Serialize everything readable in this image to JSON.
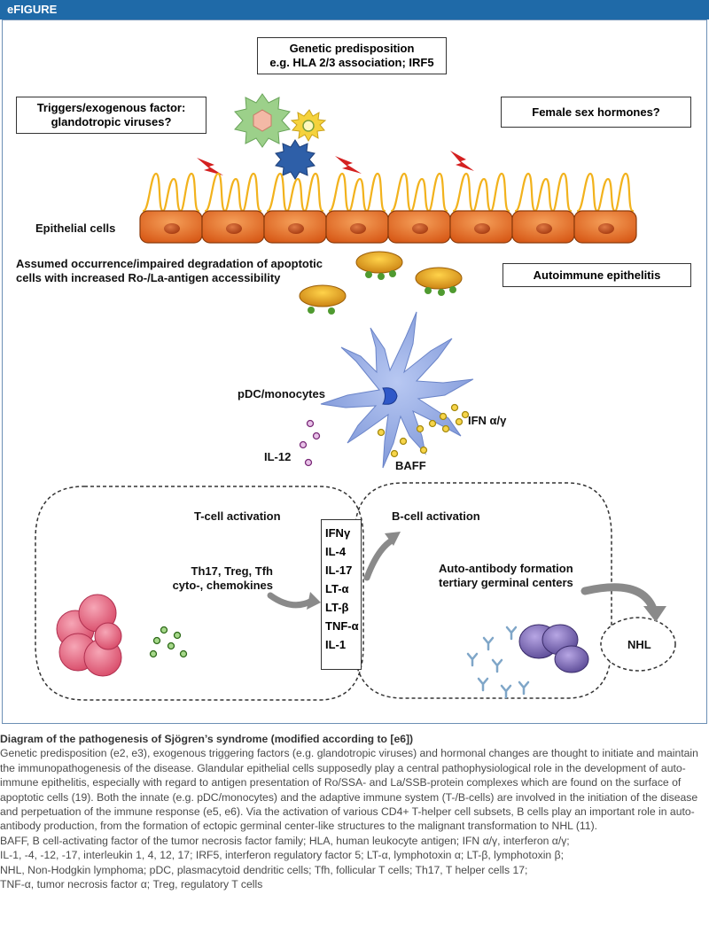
{
  "header": {
    "label": "eFIGURE"
  },
  "boxes": {
    "genetic_line1": "Genetic predisposition",
    "genetic_line2": "e.g. HLA 2/3 association; IRF5",
    "triggers_line1": "Triggers/exogenous factor:",
    "triggers_line2": "glandotropic viruses?",
    "hormones": "Female sex hormones?",
    "epithelitis": "Autoimmune epithelitis"
  },
  "labels": {
    "epithelial": "Epithelial cells",
    "apoptotic_line1": "Assumed occurrence/impaired degradation of apoptotic",
    "apoptotic_line2": "cells with increased Ro-/La-antigen accessibility",
    "pdc": "pDC/monocytes",
    "ifn": "IFN α/γ",
    "il12": "IL-12",
    "baff": "BAFF",
    "tcell": "T-cell activation",
    "bcell": "B-cell activation",
    "th_line1": "Th17, Treg, Tfh",
    "th_line2": "cyto-, chemokines",
    "auto_line1": "Auto-antibody formation",
    "auto_line2": "tertiary germinal centers",
    "nhl": "NHL"
  },
  "cytokines": [
    "IFNγ",
    "IL-4",
    "IL-17",
    "LT-α",
    "LT-β",
    "TNF-α",
    "IL-1"
  ],
  "caption": {
    "title": "Diagram of the pathogenesis of Sjögren’s syndrome (modified according to [e6])",
    "body": "Genetic predisposition (e2, e3), exogenous triggering factors (e.g. glandotropic viruses) and hormonal changes are thought to initiate and maintain the immunopathogenesis of the disease. Glandular epithelial cells supposedly play a central pathophysiological role in the development of auto-immune epithelitis, especially with regard to antigen presentation of Ro/SSA- and La/SSB-protein complexes which are found on the surface of apoptotic cells (19). Both the innate (e.g. pDC/monocytes) and the adaptive immune system (T-/B-cells) are involved in the initiation of the disease and perpetuation of the immune response (e5, e6). Via the activation of various CD4+ T-helper cell subsets, B cells play an important role in auto-antibody production, from the formation of ectopic germinal center-like structures to the malignant transformation to NHL (11).",
    "abbrev1": "BAFF, B cell-activating factor of the tumor necrosis factor family; HLA, human leukocyte antigen; IFN α/γ, interferon α/γ;",
    "abbrev2": "IL-1, -4, -12, -17, interleukin 1, 4, 12, 17; IRF5, interferon regulatory factor 5; LT-α, lymphotoxin α; LT-β, lymphotoxin β;",
    "abbrev3": "NHL, Non-Hodgkin lymphoma; pDC, plasmacytoid dendritic cells; Tfh, follicular T cells; Th17, T helper cells 17;",
    "abbrev4": "TNF-α, tumor necrosis factor α; Treg, regulatory T cells"
  },
  "colors": {
    "header": "#1f6aa8",
    "epithelial_cell": "#e8722a",
    "microvilli": "#f2b21c",
    "pdc": "#8fa8e0",
    "lightning": "#d42020",
    "tcell": "#e8607a",
    "bcell": "#7e6bb0"
  }
}
